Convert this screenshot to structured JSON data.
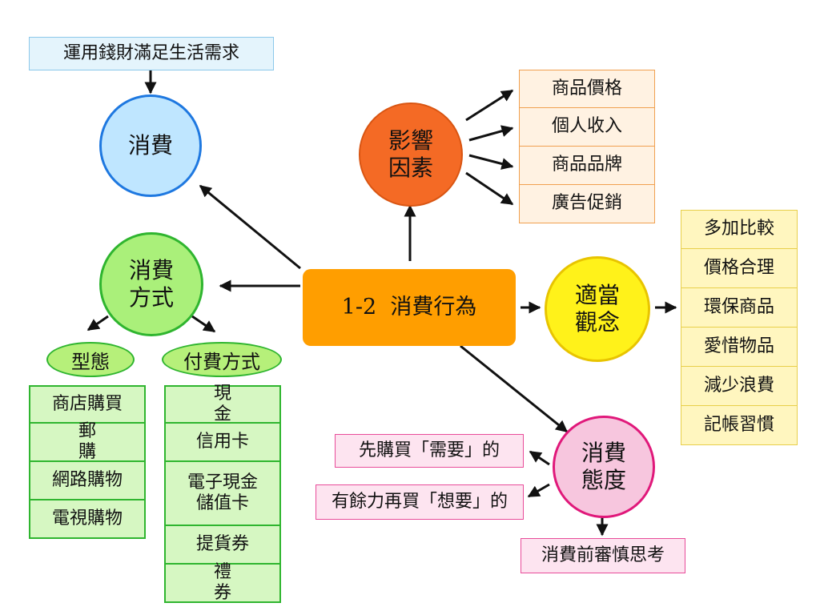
{
  "colors": {
    "center_fill": "#ff9e00",
    "consume_fill": "#bfe6ff",
    "consume_border": "#1e78e0",
    "method_fill": "#aaf07a",
    "method_border": "#2fb52f",
    "factor_fill": "#f46a25",
    "concept_fill": "#fff21a",
    "concept_border": "#e8c400",
    "attitude_fill": "#f7c6de",
    "attitude_border": "#e0187a"
  },
  "center": {
    "label": "1-2  消費行為"
  },
  "consume": {
    "definition": "運用錢財滿足生活需求",
    "label": "消費"
  },
  "method": {
    "label": "消費\n方式",
    "type_label": "型態",
    "types": [
      "商店購買",
      "郵　購",
      "網路購物",
      "電視購物"
    ],
    "payment_label": "付費方式",
    "payments": [
      "現　金",
      "信用卡",
      "電子現金\n儲值卡",
      "提貨券",
      "禮　券"
    ]
  },
  "factors": {
    "label": "影響\n因素",
    "items": [
      "商品價格",
      "個人收入",
      "商品品牌",
      "廣告促銷"
    ]
  },
  "concept": {
    "label": "適當\n觀念",
    "items": [
      "多加比較",
      "價格合理",
      "環保商品",
      "愛惜物品",
      "減少浪費",
      "記帳習慣"
    ]
  },
  "attitude": {
    "label": "消費\n態度",
    "needs": "先購買「需要」的",
    "wants": "有餘力再買「想要」的",
    "think": "消費前審慎思考"
  }
}
